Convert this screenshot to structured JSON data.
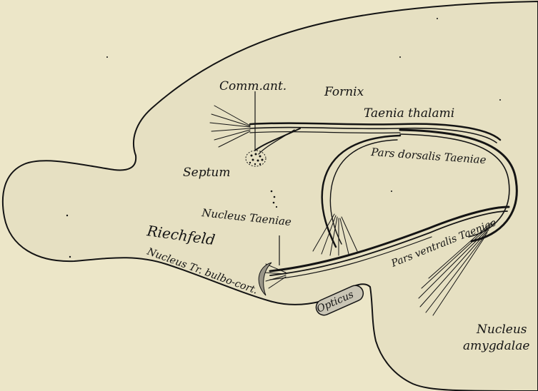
{
  "figure": {
    "background": "#ece6c8",
    "brain_fill": "#e6e0c2",
    "ink": "#141414",
    "labels": {
      "comm_ant": "Comm.ant.",
      "fornix": "Fornix",
      "taenia_thalami": "Taenia thalami",
      "septum": "Septum",
      "pars_dorsalis": "Pars dorsalis Taeniae",
      "nucleus_taeniae": "Nucleus Taeniae",
      "riechfeld": "Riechfeld",
      "nucleus_tr_bulbo": "Nucleus Tr. bulbo-cort.",
      "pars_ventralis": "Pars ventralis Taeniae",
      "opticus": "Opticus",
      "nucleus_amygdalae_1": "Nucleus",
      "nucleus_amygdalae_2": "amygdalae"
    }
  }
}
